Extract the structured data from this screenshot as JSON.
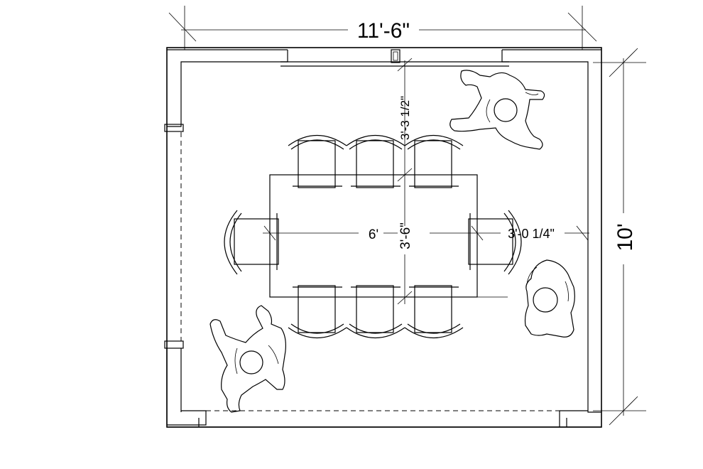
{
  "plan": {
    "overall_width": "11'-6\"",
    "overall_depth": "10'",
    "table_length": "6'",
    "table_width": "3'-6\"",
    "wall_to_table_top": "3'-3 1/2\"",
    "table_to_wall_right": "3'-0 1/4\""
  }
}
